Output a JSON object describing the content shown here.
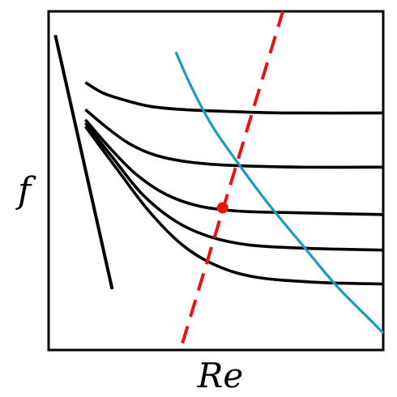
{
  "chart_data": {
    "type": "line",
    "title": "",
    "xlabel": "Re",
    "ylabel": "f",
    "xlim": [
      0,
      1
    ],
    "ylim": [
      0,
      1
    ],
    "grid": false,
    "legend": "none",
    "colors": {
      "frame": "#000000",
      "curves": "#000000",
      "blue_curve": "#1b9bc0",
      "red_line": "#ee1111",
      "marker": "#ee1111"
    },
    "series": [
      {
        "kind": "straight",
        "color": "#000000",
        "points": [
          [
            0.02,
            0.93
          ],
          [
            0.19,
            0.18
          ]
        ]
      },
      {
        "kind": "curve",
        "color": "#000000",
        "points": [
          [
            0.11,
            0.79
          ],
          [
            0.16,
            0.76
          ],
          [
            0.22,
            0.74
          ],
          [
            0.3,
            0.72
          ],
          [
            0.4,
            0.71
          ],
          [
            0.52,
            0.705
          ],
          [
            0.7,
            0.7
          ],
          [
            1.0,
            0.7
          ]
        ]
      },
      {
        "kind": "curve",
        "color": "#000000",
        "points": [
          [
            0.11,
            0.71
          ],
          [
            0.17,
            0.66
          ],
          [
            0.24,
            0.61
          ],
          [
            0.32,
            0.575
          ],
          [
            0.42,
            0.555
          ],
          [
            0.55,
            0.545
          ],
          [
            0.75,
            0.54
          ],
          [
            1.0,
            0.54
          ]
        ]
      },
      {
        "kind": "curve",
        "color": "#000000",
        "points": [
          [
            0.11,
            0.68
          ],
          [
            0.18,
            0.6
          ],
          [
            0.26,
            0.52
          ],
          [
            0.35,
            0.46
          ],
          [
            0.45,
            0.425
          ],
          [
            0.57,
            0.41
          ],
          [
            0.75,
            0.405
          ],
          [
            1.0,
            0.4
          ]
        ]
      },
      {
        "kind": "curve",
        "color": "#000000",
        "points": [
          [
            0.11,
            0.67
          ],
          [
            0.19,
            0.57
          ],
          [
            0.28,
            0.46
          ],
          [
            0.38,
            0.38
          ],
          [
            0.48,
            0.335
          ],
          [
            0.6,
            0.31
          ],
          [
            0.78,
            0.3
          ],
          [
            1.0,
            0.295
          ]
        ]
      },
      {
        "kind": "curve",
        "color": "#000000",
        "points": [
          [
            0.11,
            0.66
          ],
          [
            0.2,
            0.54
          ],
          [
            0.3,
            0.41
          ],
          [
            0.4,
            0.31
          ],
          [
            0.5,
            0.25
          ],
          [
            0.62,
            0.215
          ],
          [
            0.8,
            0.2
          ],
          [
            1.0,
            0.195
          ]
        ]
      },
      {
        "kind": "curve",
        "color": "#1b9bc0",
        "points": [
          [
            0.38,
            0.88
          ],
          [
            0.43,
            0.77
          ],
          [
            0.49,
            0.66
          ],
          [
            0.56,
            0.56
          ],
          [
            0.65,
            0.44
          ],
          [
            0.75,
            0.32
          ],
          [
            0.86,
            0.19
          ],
          [
            0.96,
            0.09
          ],
          [
            1.0,
            0.05
          ]
        ]
      },
      {
        "kind": "dashed",
        "color": "#ee1111",
        "points": [
          [
            0.4,
            0.02
          ],
          [
            0.7,
            1.0
          ]
        ]
      }
    ],
    "marker": {
      "color": "#ee1111",
      "point": [
        0.52,
        0.42
      ]
    }
  }
}
